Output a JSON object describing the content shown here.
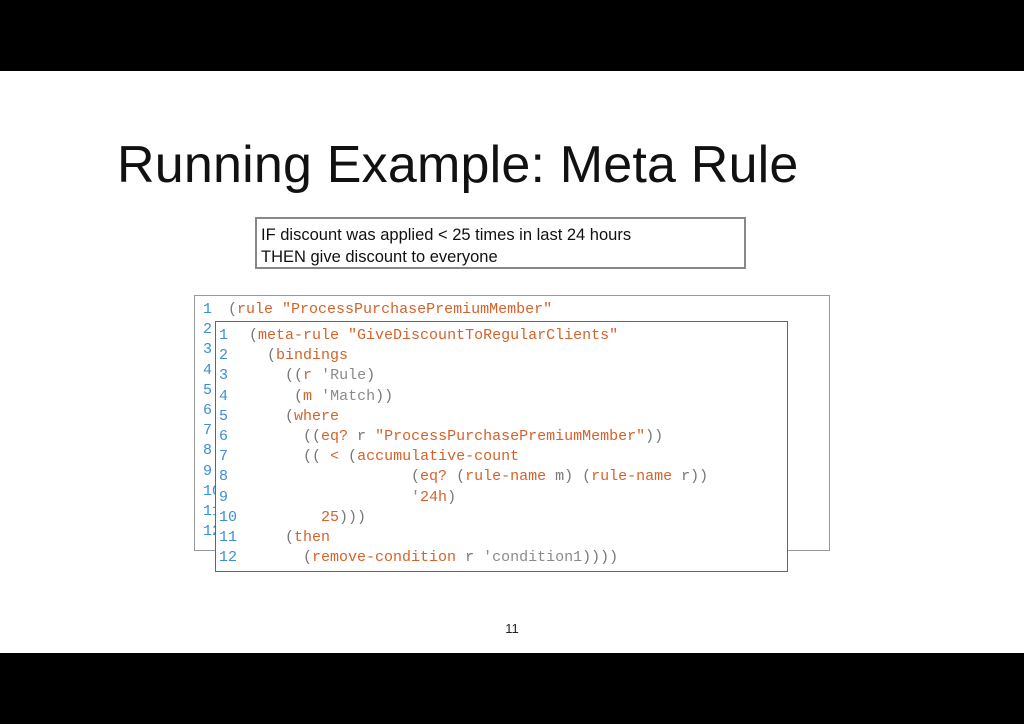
{
  "slide": {
    "title": "Running Example: Meta Rule",
    "page_number": "11"
  },
  "condition_box": {
    "line1": "IF discount was applied < 25 times in last 24 hours",
    "line2": "THEN give discount to everyone"
  },
  "back_code": {
    "line_numbers": [
      "1",
      "2",
      "3",
      "4",
      "5",
      "6",
      "7",
      "8",
      "9",
      "10",
      "11",
      "12"
    ],
    "first_line_open": "(",
    "first_line_keyword": "rule",
    "first_line_string": "\"ProcessPurchasePremiumMember\""
  },
  "front_code": {
    "lines": [
      {
        "num": "1",
        "indent": "",
        "parts": [
          [
            "p",
            "("
          ],
          [
            "k",
            "meta-rule"
          ],
          [
            "p",
            " "
          ],
          [
            "s",
            "\"GiveDiscountToRegularClients\""
          ]
        ]
      },
      {
        "num": "2",
        "indent": "  ",
        "parts": [
          [
            "p",
            "("
          ],
          [
            "k",
            "bindings"
          ]
        ]
      },
      {
        "num": "3",
        "indent": "    ",
        "parts": [
          [
            "p",
            "(("
          ],
          [
            "k",
            "r"
          ],
          [
            "p",
            " "
          ],
          [
            "t",
            "'Rule"
          ],
          [
            "p",
            ")"
          ]
        ]
      },
      {
        "num": "4",
        "indent": "     ",
        "parts": [
          [
            "p",
            "("
          ],
          [
            "k",
            "m"
          ],
          [
            "p",
            " "
          ],
          [
            "t",
            "'Match"
          ],
          [
            "p",
            "))"
          ]
        ]
      },
      {
        "num": "5",
        "indent": "    ",
        "parts": [
          [
            "p",
            "("
          ],
          [
            "k",
            "where"
          ]
        ]
      },
      {
        "num": "6",
        "indent": "      ",
        "parts": [
          [
            "p",
            "(("
          ],
          [
            "k",
            "eq?"
          ],
          [
            "p",
            " r "
          ],
          [
            "s",
            "\"ProcessPurchasePremiumMember\""
          ],
          [
            "p",
            "))"
          ]
        ]
      },
      {
        "num": "7",
        "indent": "      ",
        "parts": [
          [
            "p",
            "(( "
          ],
          [
            "k",
            "<"
          ],
          [
            "p",
            " ("
          ],
          [
            "k",
            "accumulative-count"
          ]
        ]
      },
      {
        "num": "8",
        "indent": "                  ",
        "parts": [
          [
            "p",
            "("
          ],
          [
            "k",
            "eq?"
          ],
          [
            "p",
            " ("
          ],
          [
            "k",
            "rule-name"
          ],
          [
            "p",
            " m) ("
          ],
          [
            "k",
            "rule-name"
          ],
          [
            "p",
            " r))"
          ]
        ]
      },
      {
        "num": "9",
        "indent": "                  ",
        "parts": [
          [
            "t",
            "'"
          ],
          [
            "k",
            "24h"
          ],
          [
            "p",
            ")"
          ]
        ]
      },
      {
        "num": "10",
        "indent": "        ",
        "parts": [
          [
            "k",
            "25"
          ],
          [
            "p",
            ")))"
          ]
        ]
      },
      {
        "num": "11",
        "indent": "    ",
        "parts": [
          [
            "p",
            "("
          ],
          [
            "k",
            "then"
          ]
        ]
      },
      {
        "num": "12",
        "indent": "      ",
        "parts": [
          [
            "p",
            "("
          ],
          [
            "k",
            "remove-condition"
          ],
          [
            "p",
            " r "
          ],
          [
            "t",
            "'condition1"
          ],
          [
            "p",
            "))))"
          ]
        ]
      }
    ]
  }
}
